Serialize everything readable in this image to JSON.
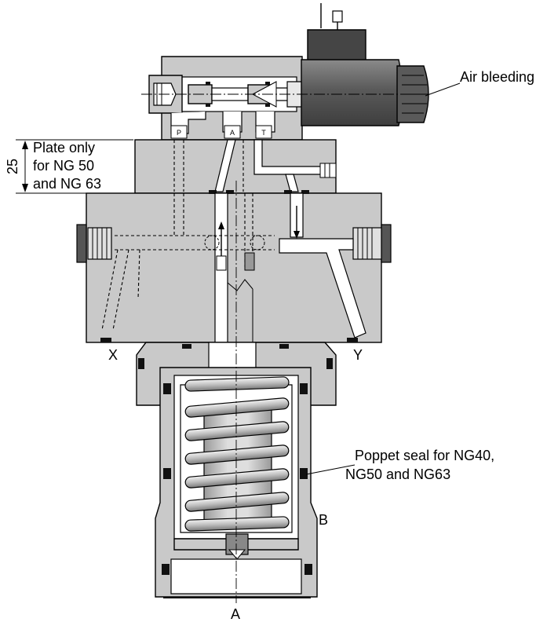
{
  "labels": {
    "air_bleeding": "Air bleeding",
    "plate_only_line1": "Plate only",
    "plate_only_line2": "for NG 50",
    "plate_only_line3": "and NG 63",
    "dimension": "25",
    "port_x": "X",
    "port_y": "Y",
    "port_a": "A",
    "port_b": "B",
    "poppet_seal_line1": "Poppet seal for NG40,",
    "poppet_seal_line2": "NG50 and NG63",
    "pilot_port_p": "P",
    "pilot_port_a": "A",
    "pilot_port_t": "T"
  }
}
